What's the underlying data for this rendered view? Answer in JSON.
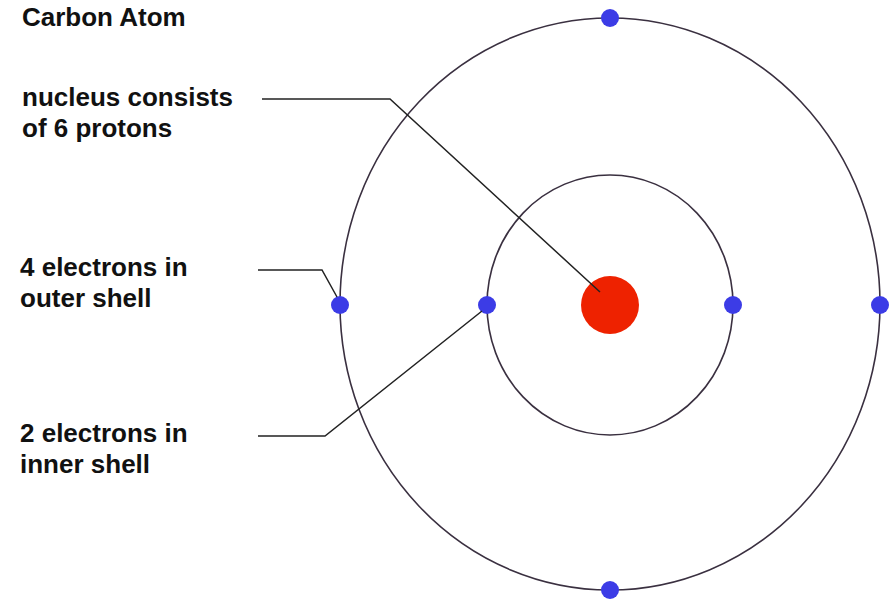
{
  "diagram": {
    "title": "Carbon Atom",
    "labels": [
      "nucleus consists of 6 protons",
      "4 electrons in outer shell",
      "2 electrons in inner shell"
    ]
  }
}
